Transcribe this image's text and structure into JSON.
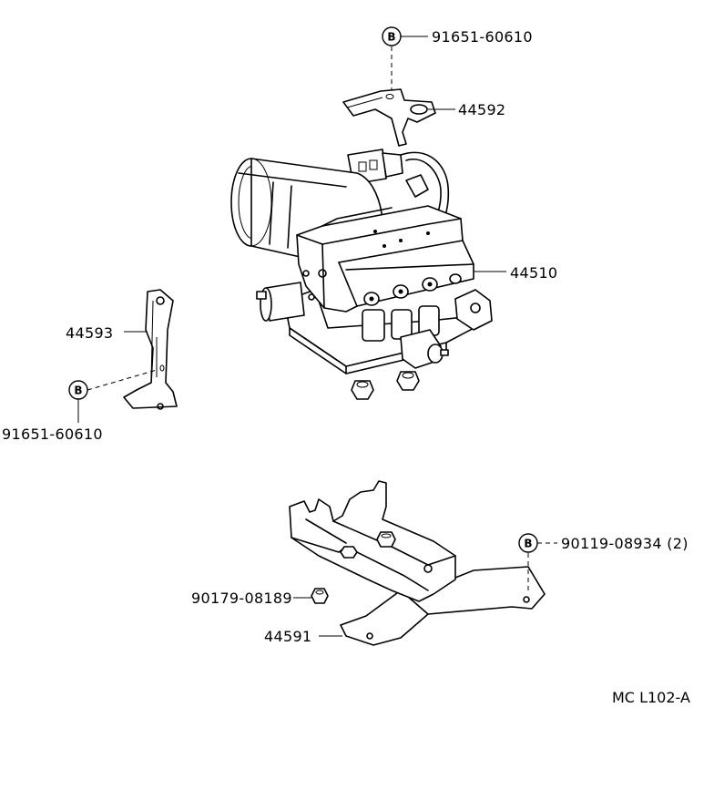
{
  "diagram": {
    "reference_code": "MC L102-A",
    "callout_marker": "B",
    "parts": {
      "bolt_top": "91651-60610",
      "bracket_top": "44592",
      "actuator": "44510",
      "bracket_side": "44593",
      "bolt_side": "91651-60610",
      "bolt_base": "90119-08934 (2)",
      "nut_base": "90179-08189",
      "bracket_base": "44591"
    }
  }
}
